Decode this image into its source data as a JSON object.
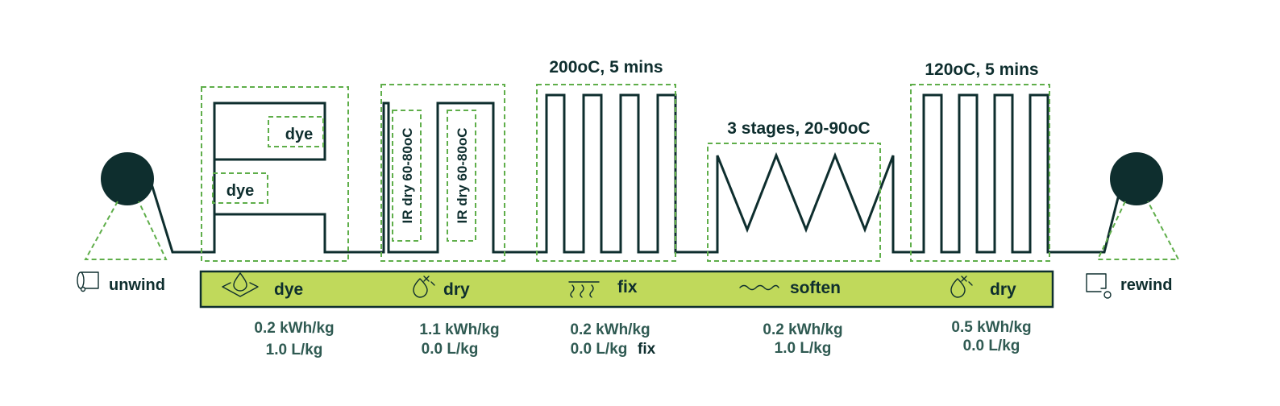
{
  "colors": {
    "dark": "#0e2e2e",
    "green_band": "#c0d95b",
    "dash_green": "#5fae4a",
    "value_text": "#2f5a52"
  },
  "annotations": {
    "fix_temp": "200oC, 5 mins",
    "soften_temp": "3 stages, 20-90oC",
    "dry2_temp": "120oC, 5 mins",
    "dye_label_1": "dye",
    "dye_label_2": "dye",
    "ir_dry_1": "IR dry 60-80oC",
    "ir_dry_2": "IR dry 60-80oC"
  },
  "rolls": {
    "unwind": {
      "label": "unwind",
      "icon": "fabric-roll-icon"
    },
    "rewind": {
      "label": "rewind",
      "icon": "fabric-roll-icon"
    }
  },
  "stages": [
    {
      "label": "dye",
      "icon": "dye-drop-icon",
      "energy": "0.2 kWh/kg",
      "water": "1.0 L/kg"
    },
    {
      "label": "dry",
      "icon": "dry-drop-icon",
      "energy": "1.1 kWh/kg",
      "water": "0.0 L/kg"
    },
    {
      "label": "fix",
      "icon": "heat-icon",
      "energy": "0.2 kWh/kg",
      "water": "0.0 L/kg",
      "water_suffix": "fix"
    },
    {
      "label": "soften",
      "icon": "wave-icon",
      "energy": "0.2 kWh/kg",
      "water": "1.0 L/kg"
    },
    {
      "label": "dry",
      "icon": "dry-drop-icon",
      "energy": "0.5 kWh/kg",
      "water": "0.0 L/kg"
    }
  ]
}
